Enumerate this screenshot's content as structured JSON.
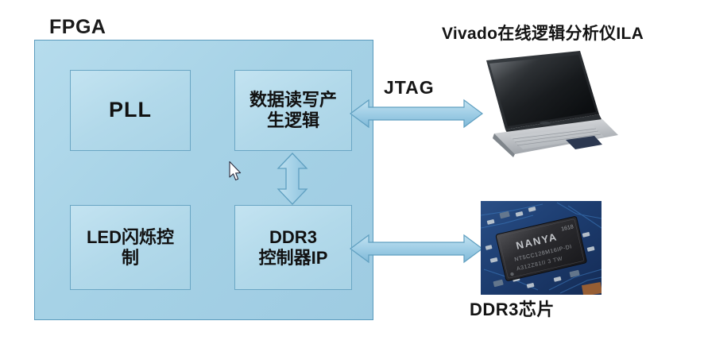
{
  "diagram": {
    "title_top_right": "Vivado在线逻辑分析仪ILA",
    "caption_bottom_right": "DDR3芯片",
    "fpga_label": "FPGA",
    "jtag_label": "JTAG",
    "blocks": [
      {
        "id": "pll",
        "label": "PLL",
        "name": "block-pll"
      },
      {
        "id": "rw",
        "label": "数据读写产生逻辑",
        "name": "block-data-read-write-logic"
      },
      {
        "id": "led",
        "label": "LED闪烁控制",
        "name": "block-led-blink-control"
      },
      {
        "id": "ddr3",
        "label": "DDR3\n控制器IP",
        "name": "block-ddr3-controller-ip"
      }
    ],
    "block_labels": {
      "pll": "PLL",
      "data_rw_line1": "数据读写产",
      "data_rw_line2": "生逻辑",
      "led_line1": "LED闪烁控",
      "led_line2": "制",
      "ddr3_line1": "DDR3",
      "ddr3_line2": "控制器IP"
    },
    "connections": [
      {
        "name": "jtag-link",
        "label": "JTAG",
        "from": "数据读写产生逻辑",
        "to": "Vivado在线逻辑分析仪ILA",
        "style": "double-arrow-horizontal"
      },
      {
        "name": "ddr3-link",
        "label": "",
        "from": "DDR3控制器IP",
        "to": "DDR3芯片",
        "style": "double-arrow-horizontal"
      },
      {
        "name": "internal-link",
        "label": "",
        "from": "数据读写产生逻辑",
        "to": "DDR3控制器IP",
        "style": "double-arrow-vertical"
      }
    ],
    "images": {
      "laptop": "laptop-photo",
      "chip": "ddr3-chip-photo",
      "chip_text": "NANYA"
    },
    "colors": {
      "fpga_fill": "#a8d4e6",
      "fpga_border": "#5b9bbd",
      "block_fill": "#b6dcec",
      "block_border": "#6aa6c4",
      "arrow_fill": "#9fd0e8",
      "arrow_border": "#5f9fc0",
      "text": "#141414",
      "background": "#ffffff"
    }
  }
}
